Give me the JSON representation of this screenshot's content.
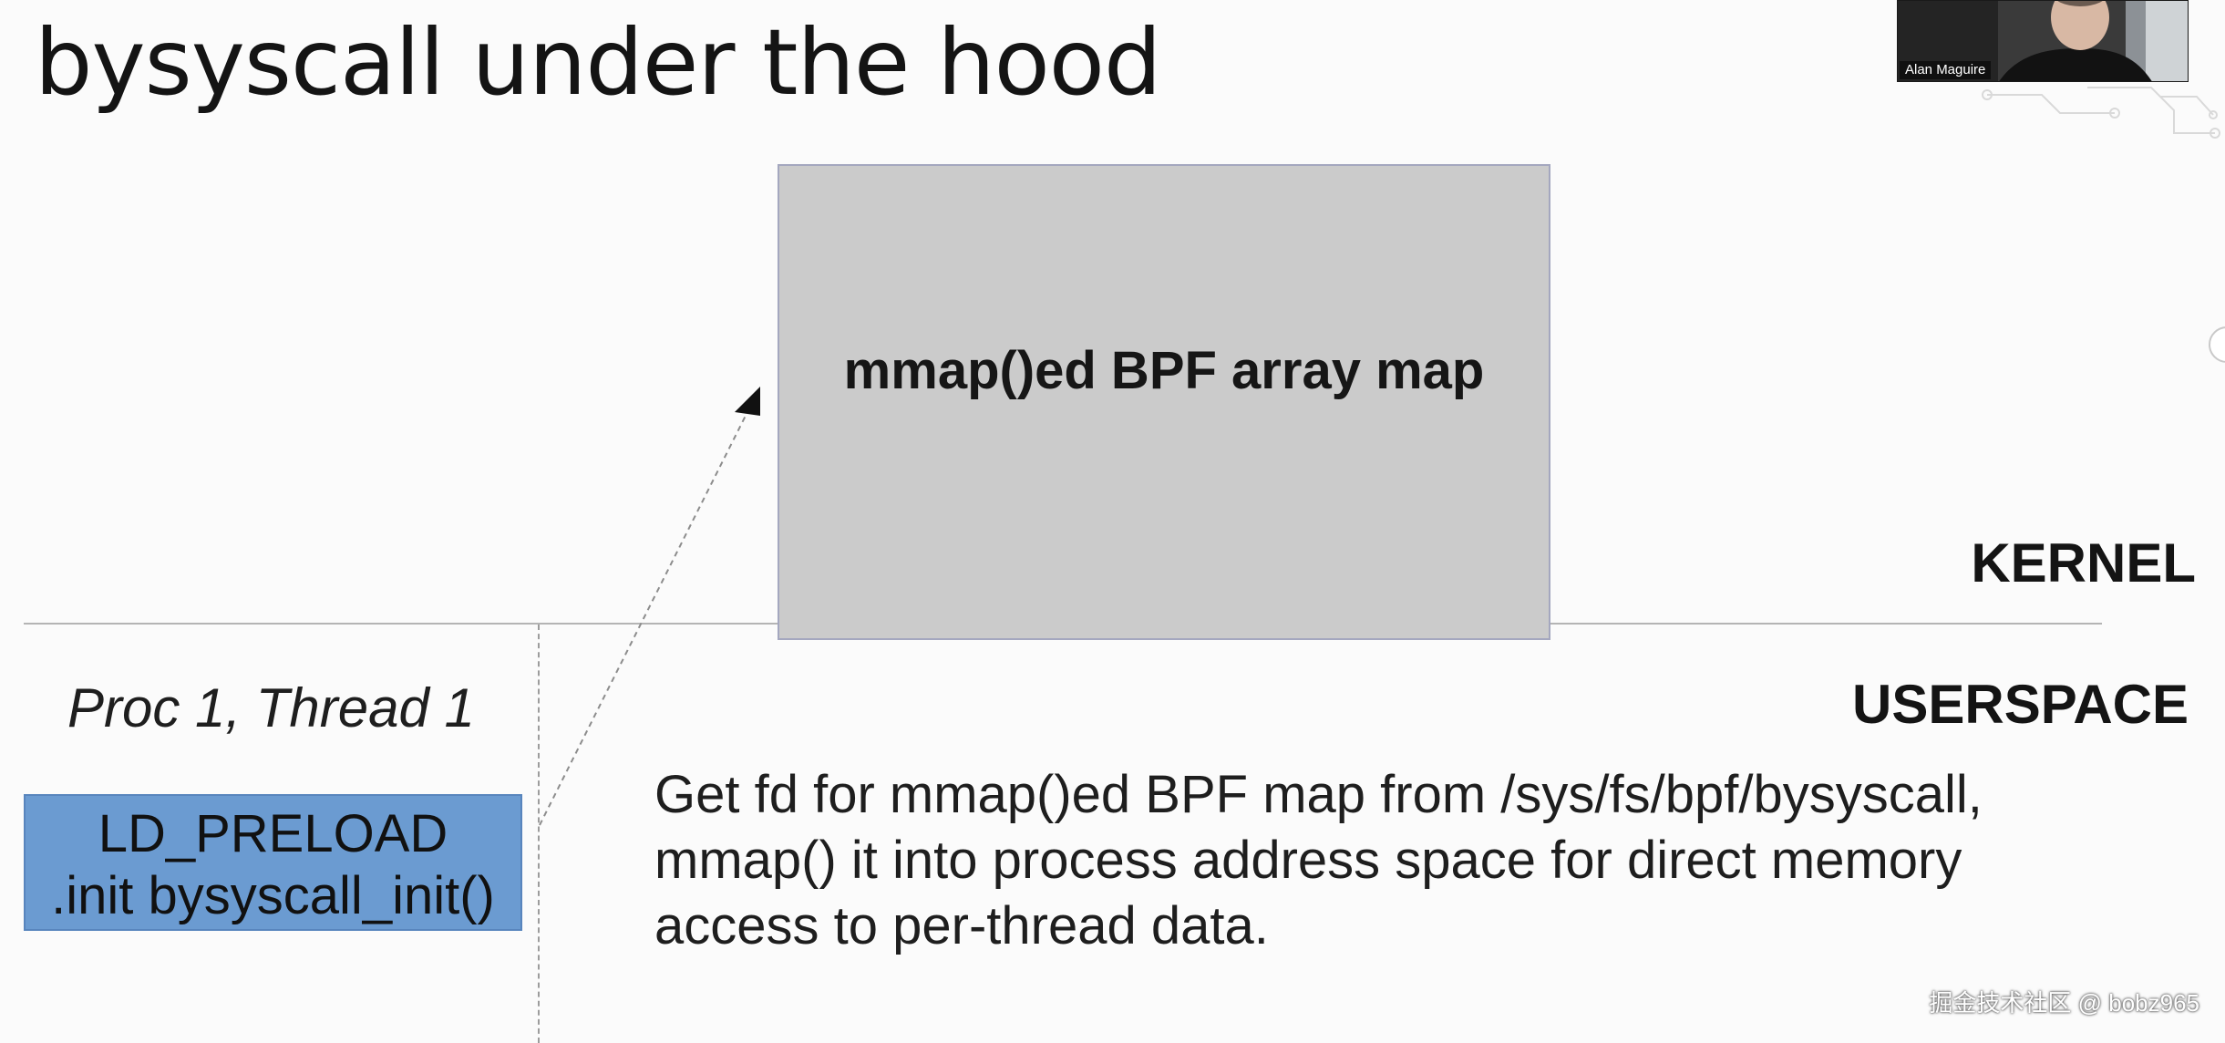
{
  "slide": {
    "title": "bysyscall under the hood"
  },
  "map_box": {
    "label": "mmap()ed BPF array map"
  },
  "regions": {
    "kernel": "KERNEL",
    "userspace": "USERSPACE"
  },
  "process": {
    "label": "Proc 1, Thread 1"
  },
  "preload_box": {
    "line1": "LD_PRELOAD",
    "line2": ".init bysyscall_init()"
  },
  "description": {
    "lines": [
      "Get fd for mmap()ed BPF map from /sys/fs/bpf/bysyscall,",
      "mmap() it into process address space for direct memory",
      "access to per-thread data."
    ]
  },
  "video": {
    "participant_name": "Alan Maguire"
  },
  "watermark": {
    "text": "掘金技术社区 @ bobz965"
  },
  "colors": {
    "map_box_fill": "#cbcbcb",
    "preload_box_fill": "#6b9bd1",
    "divider": "#b4b4b4"
  }
}
